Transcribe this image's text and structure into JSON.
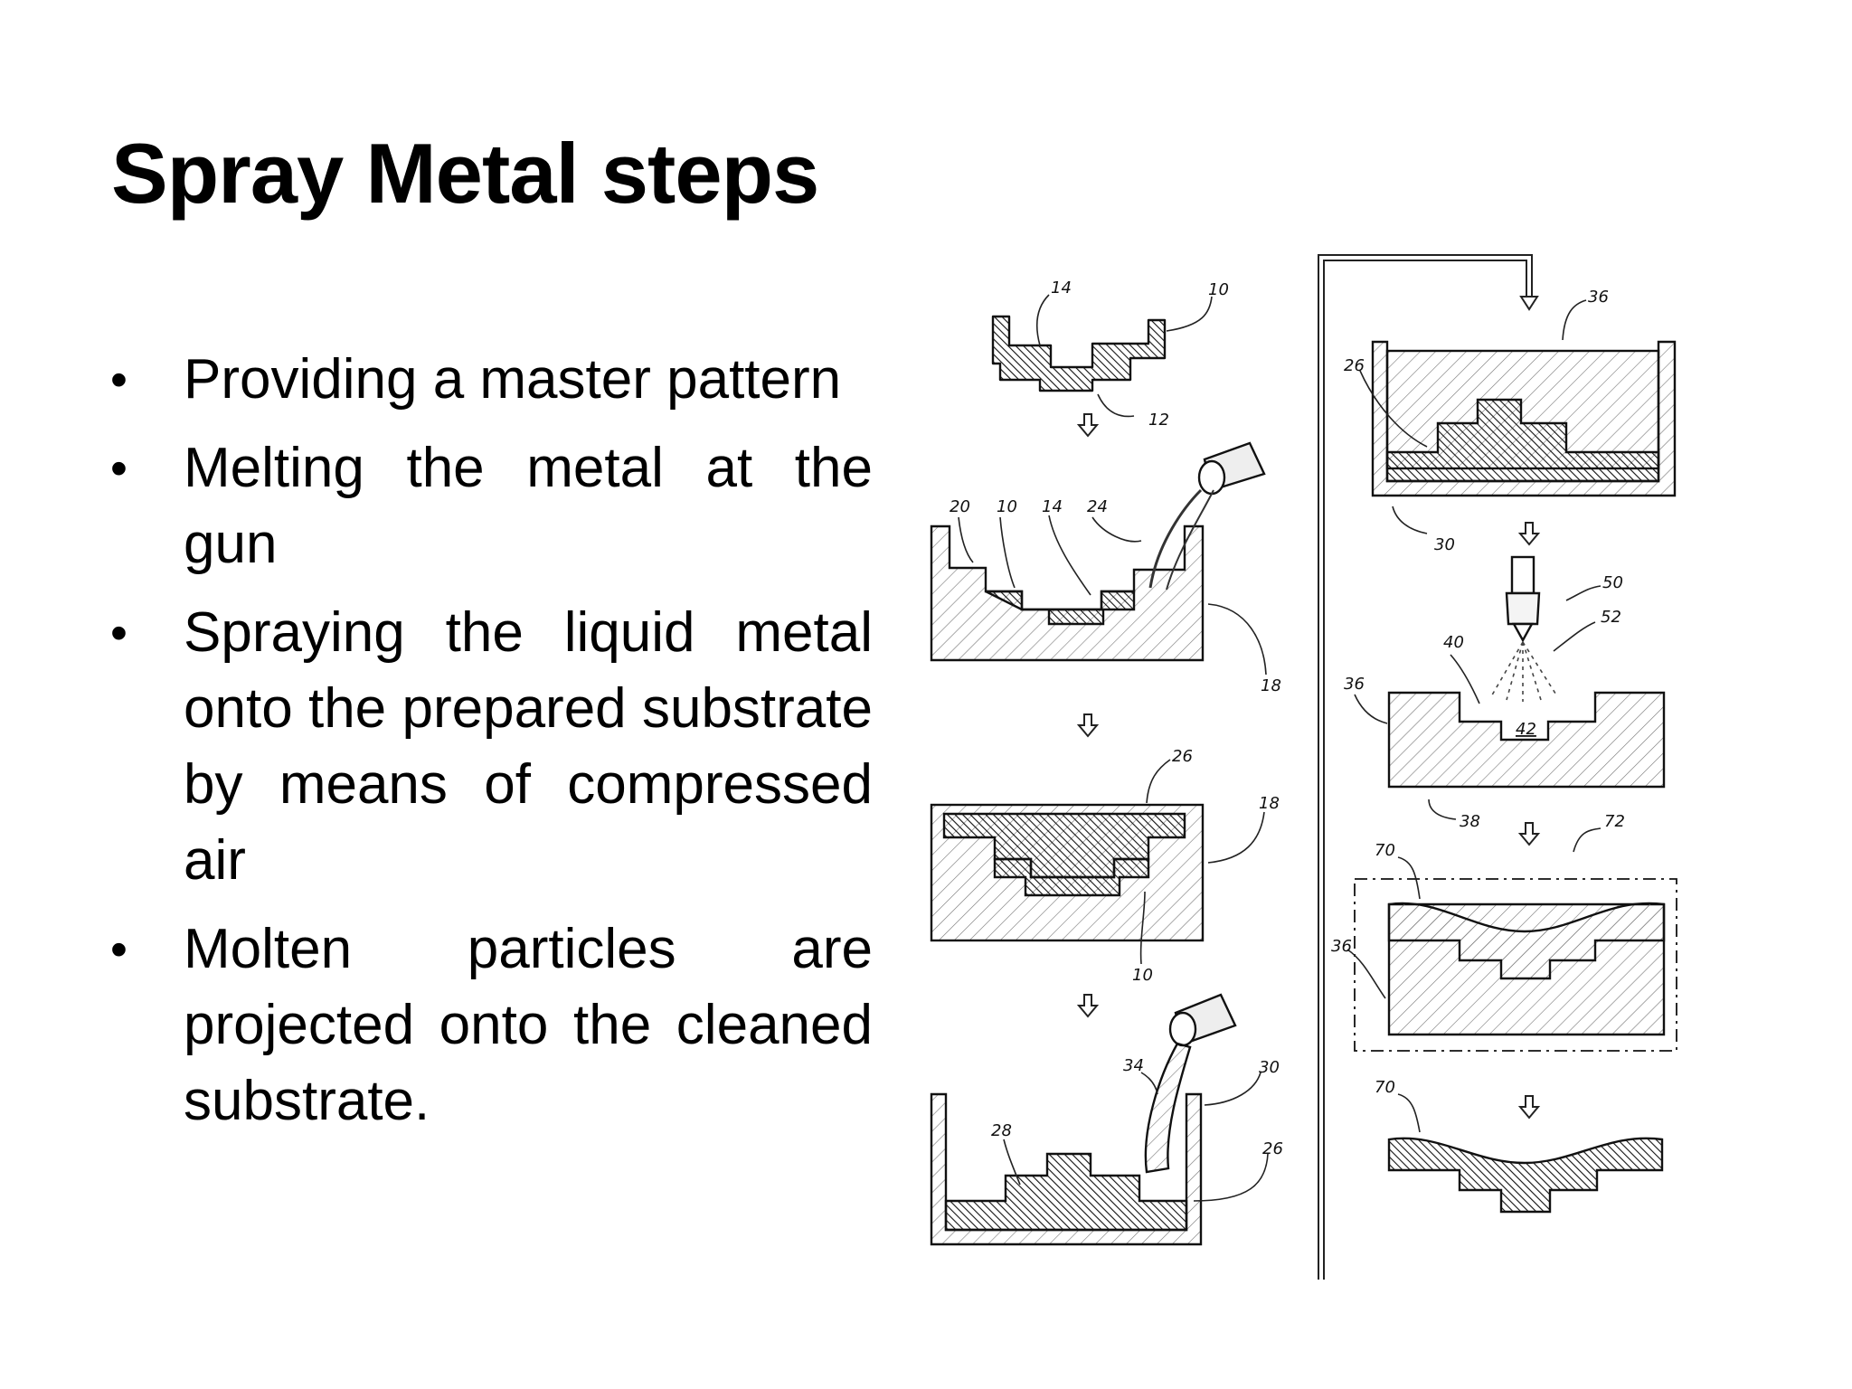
{
  "title": "Spray Metal steps",
  "bullets": [
    "Providing a master pattern",
    "Melting the metal at the gun",
    "Spraying the liquid metal onto the prepared substrate by means of compressed air",
    "Molten particles are projected onto the cleaned substrate."
  ],
  "bullet_symbol": "•",
  "figure": {
    "reference_numerals": {
      "n10": "10",
      "n12": "12",
      "n14": "14",
      "n18": "18",
      "n20": "20",
      "n24": "24",
      "n26": "26",
      "n28": "28",
      "n30": "30",
      "n34": "34",
      "n36": "36",
      "n38": "38",
      "n40": "40",
      "n42": "42",
      "n50": "50",
      "n52": "52",
      "n70": "70",
      "n72": "72"
    }
  }
}
